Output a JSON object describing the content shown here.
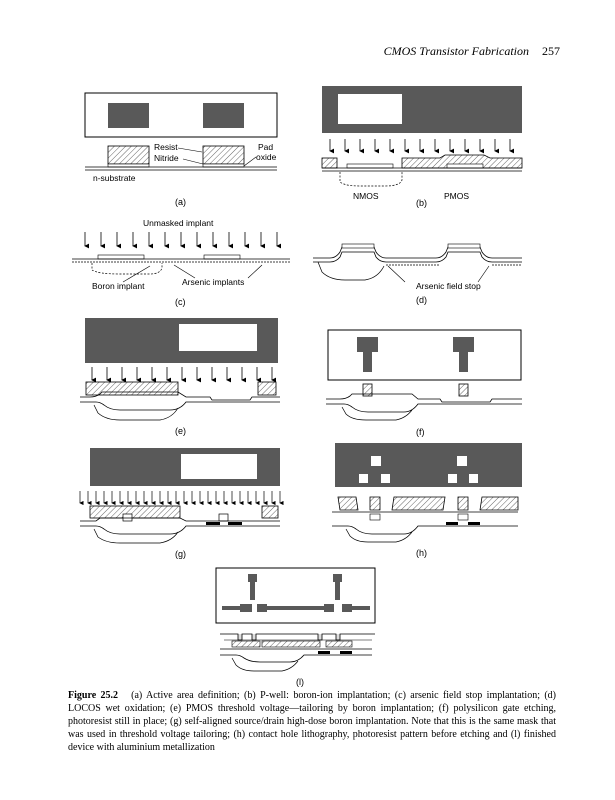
{
  "header": {
    "title": "CMOS Transistor Fabrication",
    "page": "257"
  },
  "labels": {
    "resist": "Resist",
    "pad": "Pad",
    "oxide": "oxide",
    "nitride": "Nitride",
    "substrate": "n-substrate",
    "nmos": "NMOS",
    "pmos": "PMOS",
    "unmasked": "Unmasked implant",
    "boron": "Boron implant",
    "arsenic": "Arsenic implants",
    "field_stop": "Arsenic field stop"
  },
  "panels": {
    "a": "(a)",
    "b": "(b)",
    "c": "(c)",
    "d": "(d)",
    "e": "(e)",
    "f": "(f)",
    "g": "(g)",
    "h": "(h)",
    "l": "(l)"
  },
  "caption": {
    "label": "Figure 25.2",
    "text": "(a) Active area definition; (b) P-well: boron-ion implantation; (c) arsenic field stop implantation; (d) LOCOS wet oxidation; (e) PMOS threshold voltage—tailoring by boron implantation; (f) polysilicon gate etching, photoresist still in place; (g) self-aligned source/drain high-dose boron implantation. Note that this is the same mask that was used in threshold voltage tailoring; (h) contact hole lithography, photoresist pattern before etching and (l) finished device with aluminium metallization"
  },
  "colors": {
    "mask": "#595959",
    "ink": "#000000",
    "hatch": "#888888"
  }
}
